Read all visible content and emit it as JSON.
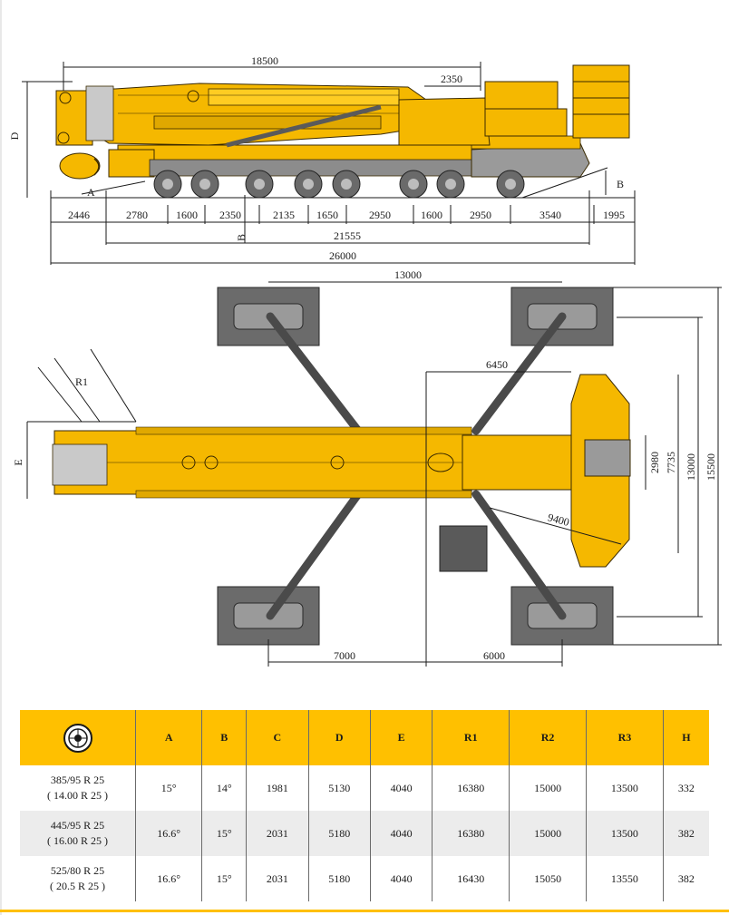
{
  "side_view": {
    "overall_boom_length": "18500",
    "rear_offset": "2350",
    "label_D": "D",
    "label_A": "A",
    "label_B": "B",
    "label_B_lower": "B",
    "axle_spacings": [
      "2446",
      "2780",
      "1600",
      "2350",
      "2135",
      "1650",
      "2950",
      "1600",
      "2950",
      "3540",
      "1995"
    ],
    "wheelbase_total": "21555",
    "overall_length": "26000"
  },
  "top_view": {
    "outrigger_span_top": "13000",
    "rear_span": "6450",
    "outrigger_front_bottom": "7000",
    "outrigger_rear_bottom": "6000",
    "counterweight_radius": "9400",
    "dim_2980": "2980",
    "dim_7735": "7735",
    "dim_13000": "13000",
    "dim_15500": "15500",
    "label_R1": "R1",
    "label_E": "E"
  },
  "colors": {
    "crane_yellow": "#f5b800",
    "table_header": "#ffc000",
    "pad_grey": "#6b6b6b"
  },
  "table": {
    "tyre_icon": "tyre-icon",
    "headers": [
      "A",
      "B",
      "C",
      "D",
      "E",
      "R1",
      "R2",
      "R3",
      "H"
    ],
    "rows": [
      {
        "tyre1": "385/95 R 25",
        "tyre2": "( 14.00 R 25 )",
        "values": [
          "15°",
          "14°",
          "1981",
          "5130",
          "4040",
          "16380",
          "15000",
          "13500",
          "332"
        ]
      },
      {
        "tyre1": "445/95 R 25",
        "tyre2": "( 16.00 R 25 )",
        "values": [
          "16.6°",
          "15°",
          "2031",
          "5180",
          "4040",
          "16380",
          "15000",
          "13500",
          "382"
        ]
      },
      {
        "tyre1": "525/80 R 25",
        "tyre2": "( 20.5 R 25 )",
        "values": [
          "16.6°",
          "15°",
          "2031",
          "5180",
          "4040",
          "16430",
          "15050",
          "13550",
          "382"
        ]
      }
    ]
  }
}
